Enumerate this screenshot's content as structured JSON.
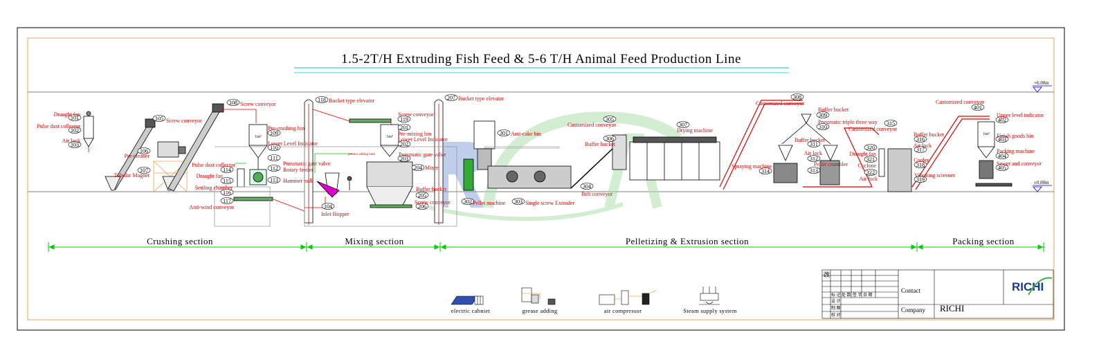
{
  "title": "1.5-2T/H Extruding Fish Feed & 5-6 T/H Animal Feed Production Line",
  "levels": {
    "upper": "+6.00m",
    "ground": "±0.00m"
  },
  "sections": [
    {
      "id": "crushing",
      "label": "Crushing section"
    },
    {
      "id": "mixing",
      "label": "Mixing section"
    },
    {
      "id": "pelletizing",
      "label": "Pelletizing & Extrusion section"
    },
    {
      "id": "packing",
      "label": "Packing section"
    }
  ],
  "bin_text": "1m³",
  "callouts": [
    {
      "label": "Draught fan",
      "num": "101"
    },
    {
      "label": "Pulse dust collector",
      "num": "102"
    },
    {
      "label": "Air lock",
      "num": "103"
    },
    {
      "label": "Screw conveyor",
      "num": "105"
    },
    {
      "label": "Pre-cleaner",
      "num": "106"
    },
    {
      "label": "Tubular Magnet",
      "num": "107"
    },
    {
      "label": "Screw conveyor",
      "num": "108"
    },
    {
      "label": "Pre-crushing bin",
      "num": "109"
    },
    {
      "label": "Lower Level Indicator",
      "num": "110"
    },
    {
      "label": "Pneumatic gate valve",
      "num": "111"
    },
    {
      "label": "Rotary feeder",
      "num": "112"
    },
    {
      "label": "Hammer mill",
      "num": "113"
    },
    {
      "label": "Pulse dust collector",
      "num": "114"
    },
    {
      "label": "Draught fan",
      "num": "115"
    },
    {
      "label": "Settling chamber",
      "num": "116"
    },
    {
      "label": "Anti-wind conveyor",
      "num": "117"
    },
    {
      "label": "Bucket type elevator",
      "num": "118"
    },
    {
      "label": "Screw conveyor",
      "num": "119"
    },
    {
      "label": "Pre-mixing bin",
      "num": "201"
    },
    {
      "label": "Lower Level Indicator",
      "num": "202"
    },
    {
      "label": "Pneumatic gate valve",
      "num": "203"
    },
    {
      "label": "Mixer",
      "num": "204"
    },
    {
      "label": "Buffer bucket",
      "num": "205"
    },
    {
      "label": "Screw conveyor",
      "num": "206"
    },
    {
      "label": "Inlet Hopper",
      "num": "104"
    },
    {
      "label": "Bucket type elevator",
      "num": "207"
    },
    {
      "label": "Anti-cake bin",
      "num": "301"
    },
    {
      "label": "Pellet machine",
      "num": "302"
    },
    {
      "label": "Single screw Extruder",
      "num": "303"
    },
    {
      "label": "Belt conveyor",
      "num": "304"
    },
    {
      "label": "Customized conveyor",
      "num": "305"
    },
    {
      "label": "Buffer bucket",
      "num": "306"
    },
    {
      "label": "Drying machine",
      "num": "307"
    },
    {
      "label": "Customized conveyor",
      "num": "308"
    },
    {
      "label": "Buffer bucket",
      "num": "309"
    },
    {
      "label": "Pneumatic triple three way",
      "num": "310"
    },
    {
      "label": "Buffer bucket",
      "num": "311"
    },
    {
      "label": "Air lock",
      "num": "312"
    },
    {
      "label": "Pellet crumbler",
      "num": "313"
    },
    {
      "label": "Spraying machine",
      "num": "314"
    },
    {
      "label": "Customized conveyor",
      "num": "315"
    },
    {
      "label": "Buffer bucket",
      "num": "316"
    },
    {
      "label": "Air lock",
      "num": "317"
    },
    {
      "label": "Cooler",
      "num": "318"
    },
    {
      "label": "Vibrating screener",
      "num": "319"
    },
    {
      "label": "Draught fan",
      "num": "320"
    },
    {
      "label": "Cyclone",
      "num": "321"
    },
    {
      "label": "Air lock",
      "num": "322"
    },
    {
      "label": "Customized conveyor",
      "num": "401"
    },
    {
      "label": "Upper level indicator",
      "num": "402"
    },
    {
      "label": "Finish goods bin",
      "num": "403"
    },
    {
      "label": "Packing machine",
      "num": "404"
    },
    {
      "label": "Sewer and conveyor",
      "num": "405"
    }
  ],
  "annotation_small": "premix adding hole",
  "legend": [
    {
      "icon": "electric-cabinet-icon",
      "label": "electric cabniet"
    },
    {
      "icon": "grease-adding-icon",
      "label": "grease adding"
    },
    {
      "icon": "air-compressor-icon",
      "label": "air compressor"
    },
    {
      "icon": "steam-supply-icon",
      "label": "Steam supply system"
    }
  ],
  "title_block": {
    "revision_mark": "改",
    "header_cells": [
      "标 记",
      "处 数",
      "签 字",
      "日 期"
    ],
    "rows": [
      "设 计",
      "制 图",
      "校 对"
    ],
    "contact_label": "Contact",
    "company_label": "Company",
    "company_value": "RICHI",
    "logo_text": "RICHI"
  },
  "colors": {
    "label": "#e00000",
    "connector": "#e00000",
    "dimension": "#00cc00",
    "title_underline": "#00c8c8",
    "frame_inner": "#f0a050",
    "level_marker": "#0000cc",
    "logo": "#1a3a8a",
    "watermark_blue": "#7f9fd8",
    "watermark_green": "#a8dca8"
  }
}
